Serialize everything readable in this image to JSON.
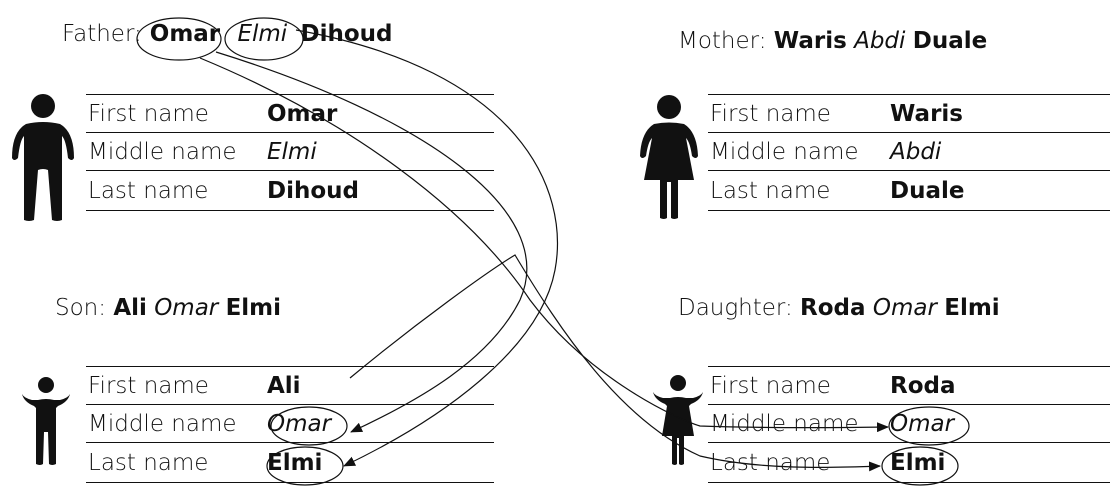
{
  "labels": {
    "first": "First name",
    "middle": "Middle name",
    "last": "Last name"
  },
  "father": {
    "relation": "Father:",
    "first": "Omar",
    "middle": "Elmi",
    "last": "Dihoud"
  },
  "mother": {
    "relation": "Mother:",
    "first": "Waris",
    "middle": "Abdi",
    "last": "Duale"
  },
  "son": {
    "relation": "Son:",
    "first": "Ali",
    "middle": "Omar",
    "last": "Elmi"
  },
  "daughter": {
    "relation": "Daughter:",
    "first": "Roda",
    "middle": "Omar",
    "last": "Elmi"
  },
  "colors": {
    "ink": "#111111"
  },
  "icons": {
    "father": "man-icon",
    "mother": "woman-icon",
    "son": "boy-icon",
    "daughter": "girl-icon"
  }
}
